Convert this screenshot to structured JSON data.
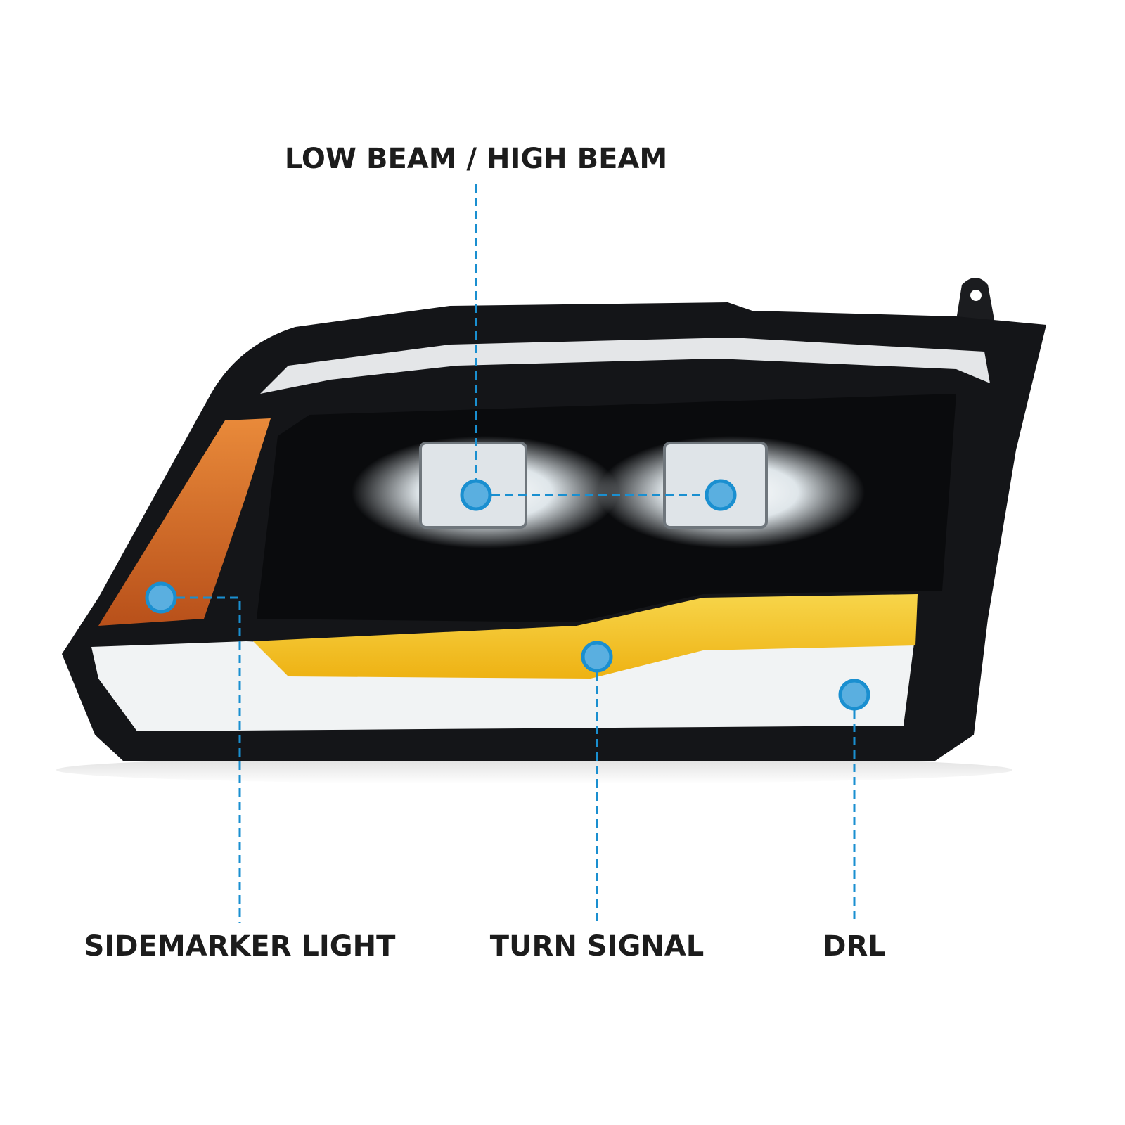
{
  "callouts": {
    "beam": "LOW BEAM / HIGH BEAM",
    "sidemarker": "SIDEMARKER LIGHT",
    "turn_signal": "TURN SIGNAL",
    "drl": "DRL"
  },
  "colors": {
    "marker_ring": "#1a8fd0",
    "marker_fill": "#5aafe0",
    "housing": "#141518",
    "amber": "#d9711f",
    "turn_yellow": "#f3c21a"
  }
}
